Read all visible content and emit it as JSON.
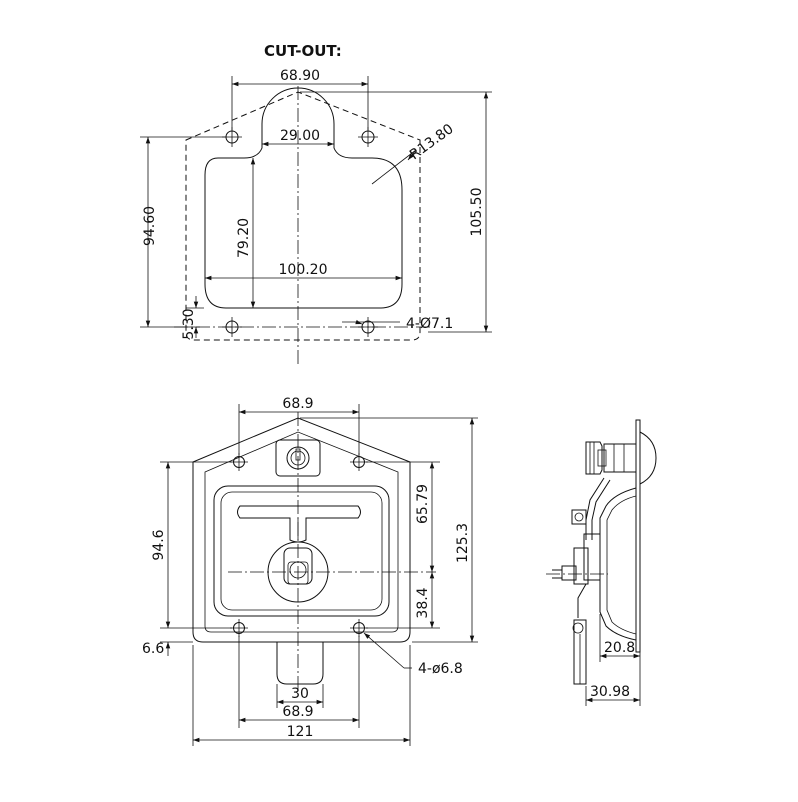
{
  "cutout": {
    "title": "CUT-OUT:",
    "dims": {
      "top_width": "68.90",
      "notch_width": "29.00",
      "radius": "R13.80",
      "left_height": "94.60",
      "inner_height": "79.20",
      "inner_width": "100.20",
      "right_height": "105.50",
      "bottom_offset": "5.30",
      "holes": "4-Ø7.1"
    }
  },
  "front": {
    "dims": {
      "top_width": "68.9",
      "left_height": "94.6",
      "upper_height": "65.79",
      "overall_height": "125.3",
      "lower_height": "38.4",
      "bottom_offset": "6.6",
      "holes": "4-ø6.8",
      "handle_width": "30",
      "bottom_spacing": "68.9",
      "overall_width": "121"
    }
  },
  "side": {
    "dims": {
      "depth": "20.8",
      "overall_depth": "30.98"
    }
  }
}
